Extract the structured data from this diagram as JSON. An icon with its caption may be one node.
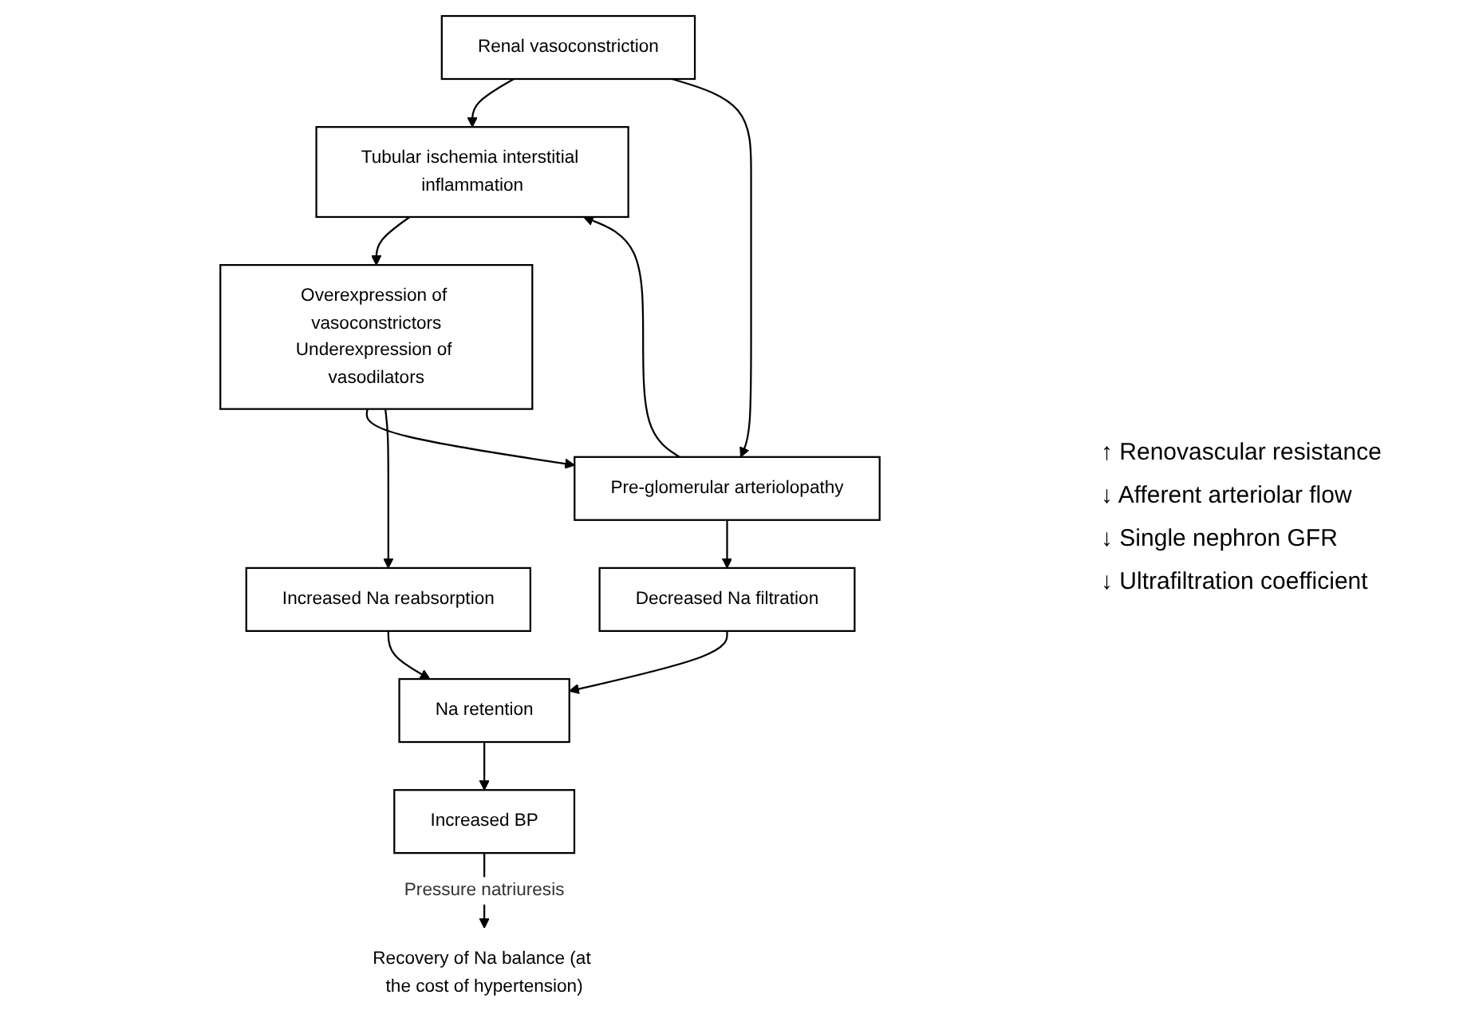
{
  "diagram": {
    "nodes": [
      {
        "text": [
          "Renal vasoconstriction"
        ]
      },
      {
        "text": [
          "Tubular ischemia interstitial inflammation"
        ]
      },
      {
        "text": [
          "Pre-glomerular arteriolopathy"
        ]
      },
      {
        "text": [
          "Overexpression of vasoconstrictors",
          "Underexpression of vasodilators"
        ]
      },
      {
        "text": [
          "Increased Na reabsorption"
        ]
      },
      {
        "text": [
          "Decreased Na filtration"
        ]
      },
      {
        "text": [
          "Na retention"
        ]
      },
      {
        "text": [
          "Increased BP"
        ]
      },
      {
        "text": [
          "Recovery of Na balance (at the cost of hypertension)"
        ]
      }
    ],
    "edges": [
      {
        "from": 0,
        "to": 1,
        "arrow": "to"
      },
      {
        "from": 0,
        "to": 2,
        "arrow": "to"
      },
      {
        "from": 2,
        "to": 1,
        "arrow": "to"
      },
      {
        "from": 1,
        "to": 3,
        "arrow": "to"
      },
      {
        "from": 3,
        "to": 2,
        "arrow": "to"
      },
      {
        "from": 3,
        "to": 4,
        "arrow": "to"
      },
      {
        "from": 2,
        "to": 5,
        "arrow": "to"
      },
      {
        "from": 4,
        "to": 6,
        "arrow": "to"
      },
      {
        "from": 5,
        "to": 6,
        "arrow": "to"
      },
      {
        "from": 6,
        "to": 7,
        "arrow": "to"
      },
      {
        "from": 7,
        "to": 8,
        "label": "Pressure natriuresis",
        "arrow": "to"
      }
    ],
    "labels": [
      "↑ Renovascular resistance",
      "↓ Afferent arteriolar flow",
      "↓ Single nephron GFR",
      "↓ Ultrafiltration coefficient"
    ]
  }
}
